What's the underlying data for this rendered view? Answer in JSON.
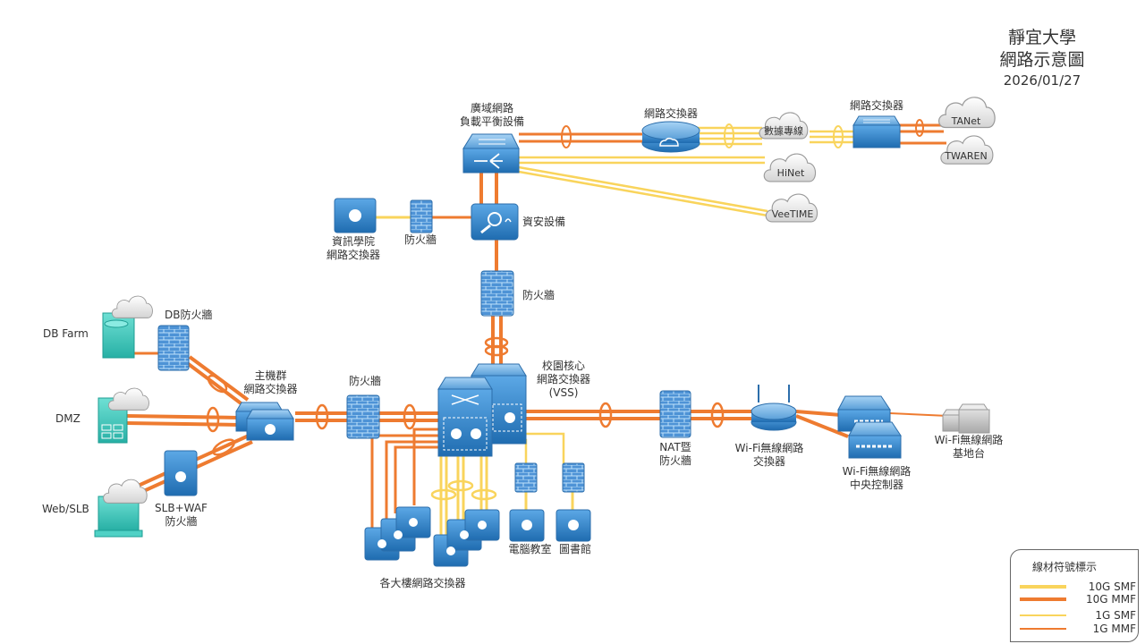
{
  "title": {
    "line1": "靜宜大學",
    "line2": "網路示意圖",
    "date": "2026/01/27"
  },
  "colors": {
    "smf": "#F9D45C",
    "mmf": "#EE7B30",
    "device_blue": "#2F7FC1",
    "device_teal": "#37C3B8",
    "cloud": "#E8E8E8"
  },
  "nodes": {
    "wan_lb": {
      "label1": "廣域網路",
      "label2": "負載平衡設備",
      "icon": "load-balancer-icon"
    },
    "isp_switch": {
      "label": "網路交換器",
      "icon": "router-cloud-icon"
    },
    "leased_line": {
      "label": "數據專線",
      "icon": "cloud-icon"
    },
    "tanet_switch": {
      "label": "網路交換器",
      "icon": "switch-icon"
    },
    "tanet": {
      "label": "TANet",
      "icon": "cloud-icon"
    },
    "twaren": {
      "label": "TWAREN",
      "icon": "cloud-icon"
    },
    "hinet": {
      "label": "HiNet",
      "icon": "cloud-icon"
    },
    "veetime": {
      "label": "VeeTIME",
      "icon": "cloud-icon"
    },
    "security": {
      "label": "資安設備",
      "icon": "security-appliance-icon"
    },
    "csie_switch": {
      "label1": "資訊學院",
      "label2": "網路交換器",
      "icon": "l3-switch-icon"
    },
    "csie_fw": {
      "label": "防火牆",
      "icon": "firewall-icon"
    },
    "main_fw": {
      "label": "防火牆",
      "icon": "firewall-icon"
    },
    "db_farm": {
      "label": "DB Farm",
      "icon": "database-server-icon"
    },
    "db_fw": {
      "label": "DB防火牆",
      "icon": "firewall-icon"
    },
    "dmz": {
      "label": "DMZ",
      "icon": "server-icon"
    },
    "web_slb": {
      "label": "Web/SLB",
      "icon": "web-server-icon"
    },
    "slb_waf": {
      "label1": "SLB+WAF",
      "label2": "防火牆",
      "icon": "waf-icon"
    },
    "host_switch": {
      "label1": "主機群",
      "label2": "網路交換器",
      "icon": "switch-stack-icon"
    },
    "dc_fw": {
      "label": "防火牆",
      "icon": "firewall-icon"
    },
    "core": {
      "label1": "校園核心",
      "label2": "網路交換器",
      "label3": "(VSS)",
      "icon": "core-switch-icon"
    },
    "nat_fw": {
      "label1": "NAT暨",
      "label2": "防火牆",
      "icon": "firewall-icon"
    },
    "wifi_switch": {
      "label1": "Wi-Fi無線網路",
      "label2": "交換器",
      "icon": "wireless-router-icon"
    },
    "wifi_ctrl": {
      "label1": "Wi-Fi無線網路",
      "label2": "中央控制器",
      "icon": "wireless-controller-icon"
    },
    "wifi_ap": {
      "label1": "Wi-Fi無線網路",
      "label2": "基地台",
      "icon": "access-point-icon"
    },
    "building_switches": {
      "label": "各大樓網路交換器",
      "icon": "l3-switch-icon"
    },
    "lab": {
      "label": "電腦教室",
      "icon": "l3-switch-icon"
    },
    "library": {
      "label": "圖書館",
      "icon": "l3-switch-icon"
    }
  },
  "legend": {
    "title": "線材符號標示",
    "items": [
      {
        "label": "10G SMF",
        "color": "#F9D45C",
        "weight": "thick"
      },
      {
        "label": "10G MMF",
        "color": "#EE7B30",
        "weight": "thick"
      },
      {
        "label": "1G SMF",
        "color": "#F9D45C",
        "weight": "thin"
      },
      {
        "label": "1G MMF",
        "color": "#EE7B30",
        "weight": "thin"
      }
    ]
  }
}
